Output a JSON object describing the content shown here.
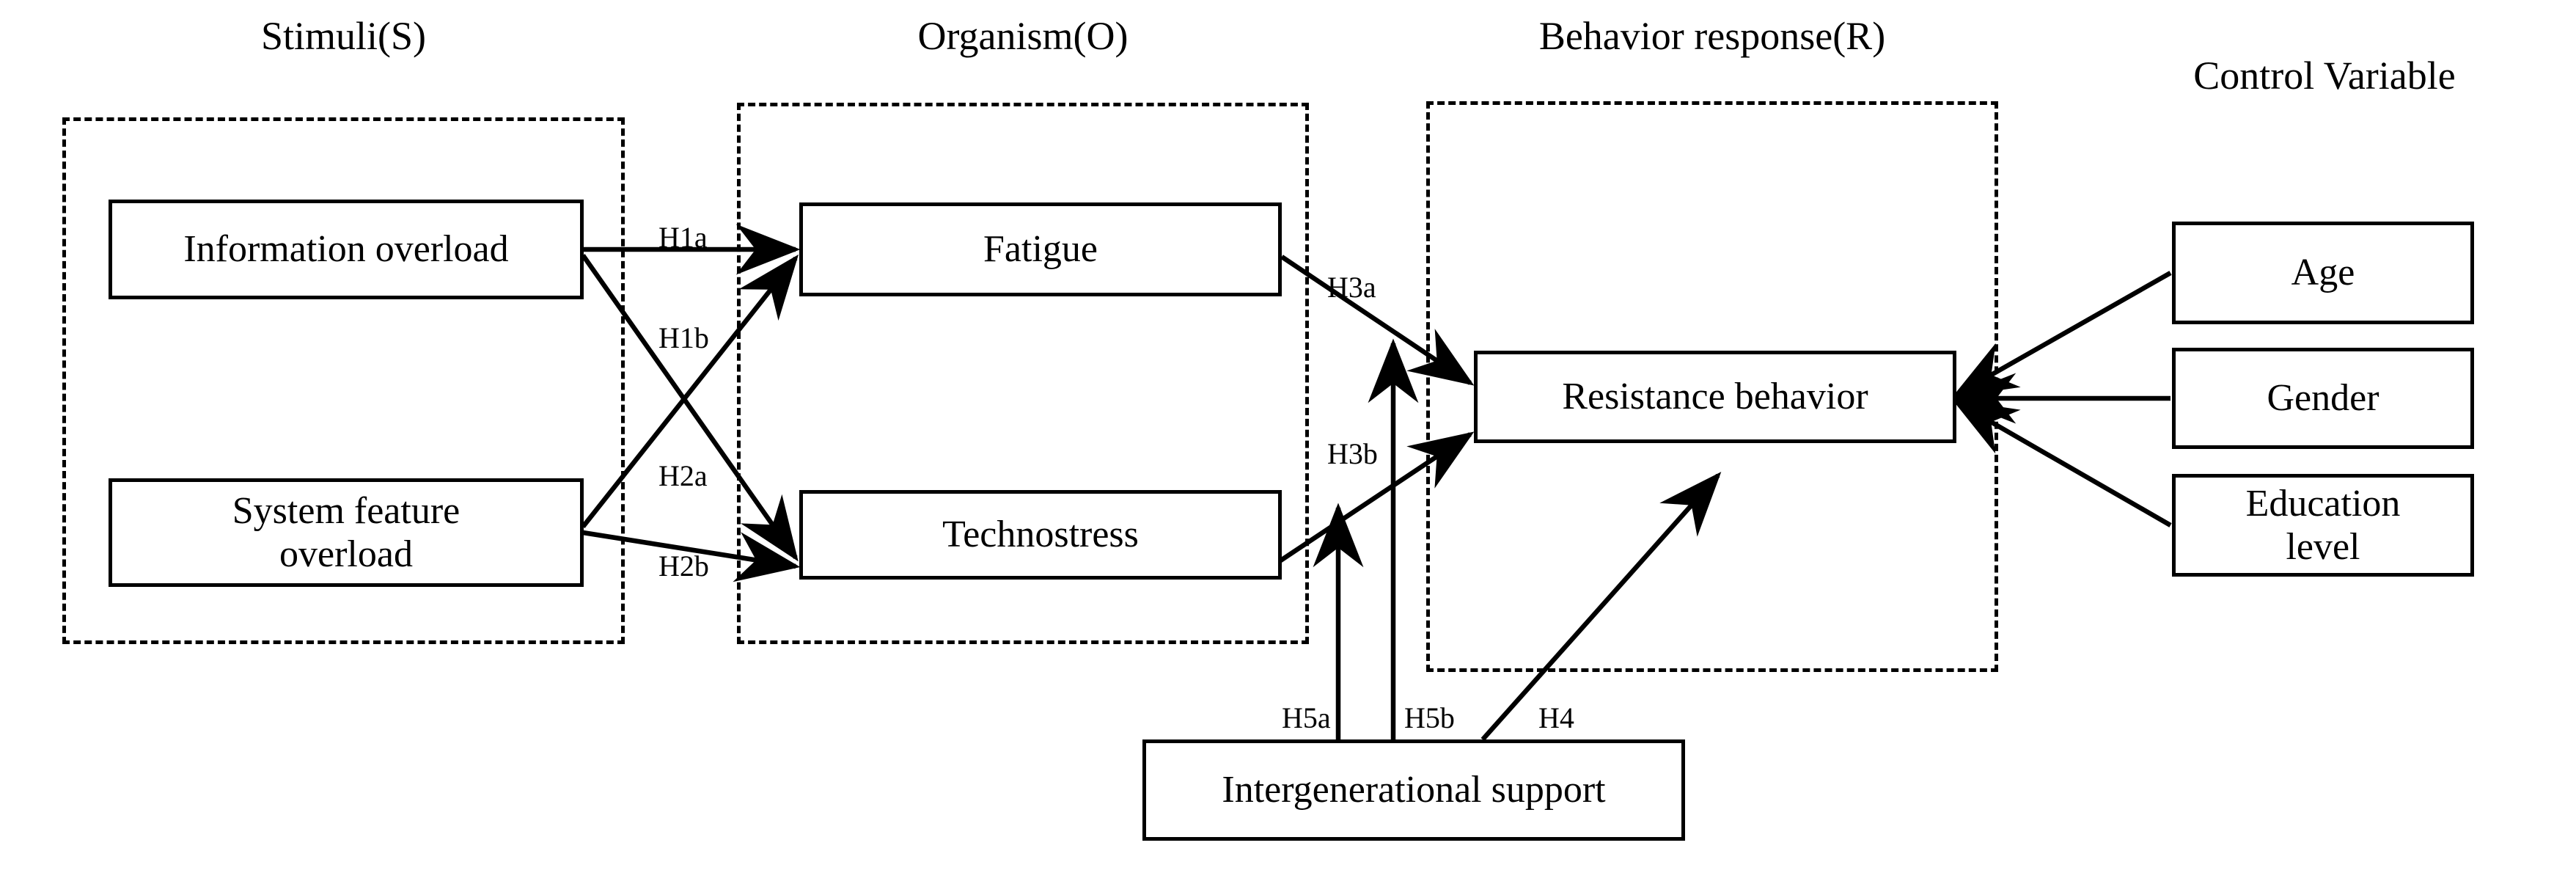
{
  "diagram": {
    "type": "conceptual-model-SOR",
    "sections": [
      {
        "id": "stimuli",
        "title": "Stimuli(S)"
      },
      {
        "id": "organism",
        "title": "Organism(O)"
      },
      {
        "id": "response",
        "title": "Behavior response(R)"
      }
    ],
    "control_group_title": "Control Variable",
    "nodes": [
      {
        "id": "information_overload",
        "label": "Information overload"
      },
      {
        "id": "system_feature_overload",
        "label": "System feature\noverload"
      },
      {
        "id": "fatigue",
        "label": "Fatigue"
      },
      {
        "id": "technostress",
        "label": "Technostress"
      },
      {
        "id": "resistance_behavior",
        "label": "Resistance behavior"
      },
      {
        "id": "intergenerational_support",
        "label": "Intergenerational support"
      },
      {
        "id": "age",
        "label": "Age"
      },
      {
        "id": "gender",
        "label": "Gender"
      },
      {
        "id": "education_level",
        "label": "Education\nlevel"
      }
    ],
    "edges": [
      {
        "id": "H1a",
        "label": "H1a",
        "from": "information_overload",
        "to": "fatigue"
      },
      {
        "id": "H1b",
        "label": "H1b",
        "from": "information_overload",
        "to": "technostress"
      },
      {
        "id": "H2a",
        "label": "H2a",
        "from": "system_feature_overload",
        "to": "fatigue"
      },
      {
        "id": "H2b",
        "label": "H2b",
        "from": "system_feature_overload",
        "to": "technostress"
      },
      {
        "id": "H3a",
        "label": "H3a",
        "from": "fatigue",
        "to": "resistance_behavior"
      },
      {
        "id": "H3b",
        "label": "H3b",
        "from": "technostress",
        "to": "resistance_behavior"
      },
      {
        "id": "H4",
        "label": "H4",
        "from": "intergenerational_support",
        "to": "resistance_behavior"
      },
      {
        "id": "H5a",
        "label": "H5a",
        "from": "intergenerational_support",
        "to": "H3b"
      },
      {
        "id": "H5b",
        "label": "H5b",
        "from": "intergenerational_support",
        "to": "H3a"
      },
      {
        "id": "CTRL_AGE",
        "label": "",
        "from": "age",
        "to": "resistance_behavior"
      },
      {
        "id": "CTRL_GEN",
        "label": "",
        "from": "gender",
        "to": "resistance_behavior"
      },
      {
        "id": "CTRL_EDU",
        "label": "",
        "from": "education_level",
        "to": "resistance_behavior"
      }
    ],
    "colors": {
      "line": "#000000",
      "fill": "#ffffff",
      "text": "#000000"
    }
  }
}
